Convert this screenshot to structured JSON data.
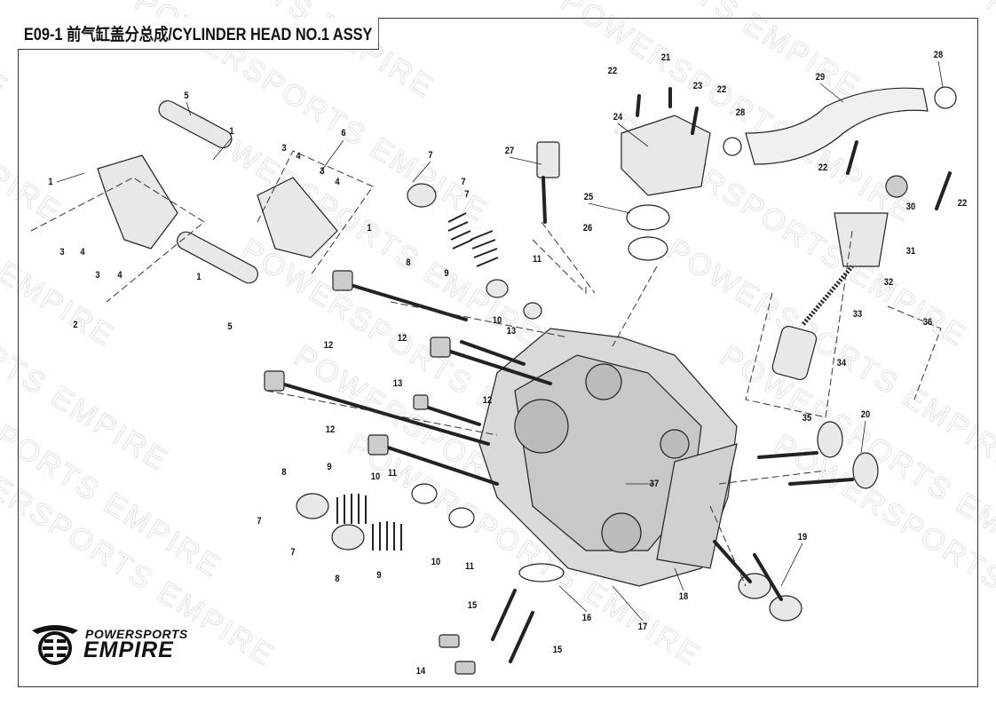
{
  "title": "E09-1 前气缸盖分总成/CYLINDER HEAD NO.1 ASSY",
  "logo": {
    "line1": "POWERSPORTS",
    "line2": "EMPIRE"
  },
  "watermark": "POWERSPORTS EMPIRE",
  "labels": [
    "5",
    "1",
    "1",
    "3",
    "4",
    "3",
    "4",
    "2",
    "1",
    "5",
    "3",
    "4",
    "6",
    "3",
    "4",
    "1",
    "7",
    "7",
    "7",
    "8",
    "9",
    "11",
    "10",
    "27",
    "25",
    "26",
    "24",
    "22",
    "21",
    "23",
    "22",
    "28",
    "29",
    "28",
    "22",
    "30",
    "22",
    "31",
    "32",
    "33",
    "36",
    "34",
    "35",
    "20",
    "12",
    "13",
    "12",
    "12",
    "13",
    "12",
    "11",
    "10",
    "9",
    "8",
    "7",
    "7",
    "8",
    "9",
    "10",
    "11",
    "37",
    "19",
    "18",
    "17",
    "16",
    "15",
    "15",
    "14"
  ]
}
